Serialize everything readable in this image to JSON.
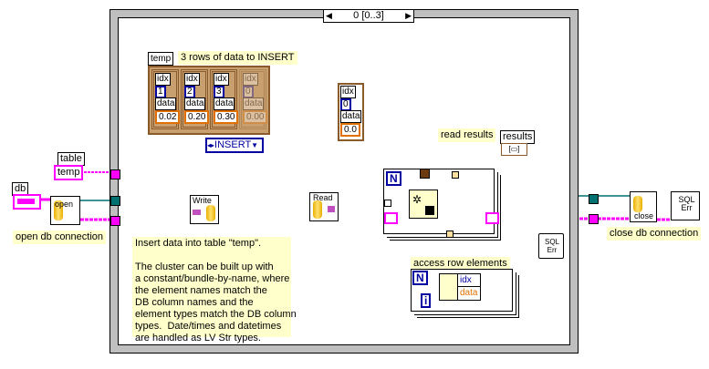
{
  "case_structure": {
    "selector_label": "0 [0..3]",
    "prev_icon": "triangle-left-icon",
    "next_icon": "triangle-right-icon"
  },
  "controls": {
    "table_label": "table",
    "table_value": "temp",
    "db_label": "db"
  },
  "nodes": {
    "open": "open",
    "write": "Write",
    "read": "Read",
    "close": "close",
    "sql_err": "SQL Err"
  },
  "notes": {
    "open_db": "open db connection",
    "rows_to_insert": "3 rows of data to INSERT",
    "read_results": "read results",
    "access_row": "access row elements",
    "close_db": "close db connection",
    "description": [
      "Insert data into table \"temp\".",
      "",
      "The cluster can be built up with",
      "a constant/bundle-by-name, where",
      "the element names match the",
      "DB column names and the",
      "element types match the DB column",
      "types.  Date/times and datetimes",
      "are handled as LV Str types."
    ]
  },
  "temp_array": {
    "label": "temp",
    "rows": [
      {
        "idx_label": "idx",
        "idx": "1",
        "data_label": "data",
        "data": "0.02"
      },
      {
        "idx_label": "idx",
        "idx": "2",
        "data_label": "data",
        "data": "0.20"
      },
      {
        "idx_label": "idx",
        "idx": "3",
        "data_label": "data",
        "data": "0.30"
      },
      {
        "idx_label": "idx",
        "idx": "0",
        "data_label": "data",
        "data": "0.00"
      }
    ]
  },
  "mode_enum": {
    "value": "INSERT"
  },
  "type_cluster": {
    "idx_label": "idx",
    "idx": "0",
    "data_label": "data",
    "data": "0.0"
  },
  "results": {
    "label": "results"
  },
  "unbundle": {
    "elements": [
      "idx",
      "data"
    ]
  },
  "loop": {
    "count_terminal": "N",
    "iteration_terminal": "i"
  },
  "colors": {
    "error_wire": "#ff00ff",
    "refnum_wire": "#007070",
    "cluster_wire": "#8b5a2b",
    "enum_wire": "#0000a0",
    "note_bg": "#ffffcc",
    "frame_gray": "#bfbfbf"
  }
}
